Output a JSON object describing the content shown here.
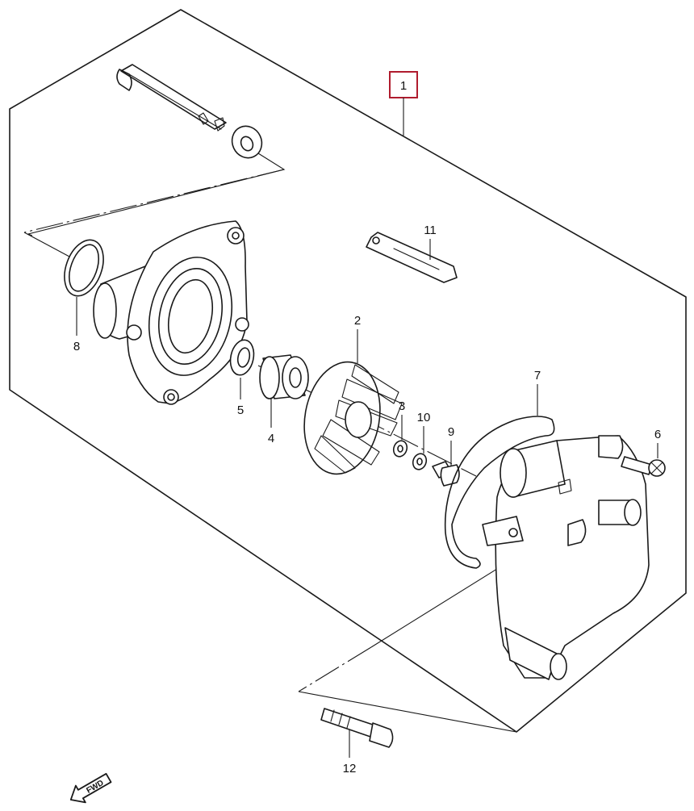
{
  "diagram": {
    "assembly_label": "1",
    "callouts": [
      "2",
      "3",
      "4",
      "5",
      "6",
      "7",
      "8",
      "9",
      "10",
      "11",
      "12"
    ],
    "fwd_badge": "FWD",
    "colors": {
      "lines": "#1a1a1a",
      "highlight_box": "#b01c2e",
      "background": "#ffffff"
    }
  }
}
